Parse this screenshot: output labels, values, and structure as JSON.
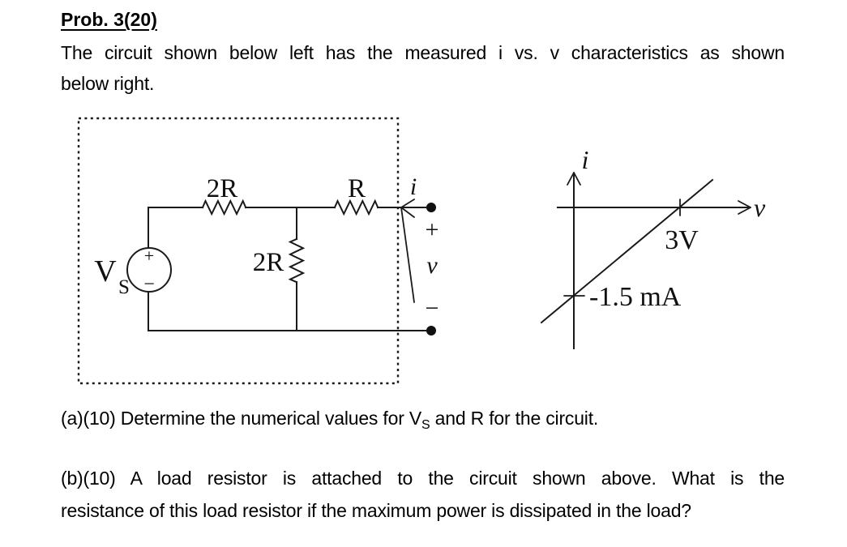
{
  "page": {
    "title": "Prob. 3(20)",
    "intro_line1": "The circuit shown below left has the measured i vs. v characteristics as shown",
    "intro_line2": "below right."
  },
  "circuit": {
    "source_label": "V",
    "source_label_sub": "S",
    "source_plus": "+",
    "source_minus": "−",
    "resistor_left": "2R",
    "resistor_right": "R",
    "resistor_shunt": "2R",
    "current_label": "i",
    "port_plus": "+",
    "port_v": "v",
    "port_minus": "−"
  },
  "graph": {
    "y_axis_label": "i",
    "x_axis_label": "v",
    "v_intercept_label": "3V",
    "i_intercept_label": "-1.5 mA"
  },
  "chart_data": {
    "type": "line",
    "title": "measured i vs. v characteristic",
    "xlabel": "v",
    "ylabel": "i",
    "points": [
      {
        "v": 0,
        "i_mA": -1.5
      },
      {
        "v": 3,
        "i_mA": 0
      }
    ],
    "v_intercept_volts": 3,
    "i_intercept_mA": -1.5,
    "annotations": [
      "3V",
      "-1.5 mA"
    ]
  },
  "questions": {
    "a_prefix": "(a)(10) Determine the numerical values for V",
    "a_sub": "S",
    "a_suffix": " and R for the circuit.",
    "b_line1": "(b)(10) A load resistor is attached to the circuit shown above. What is the",
    "b_line2": "resistance of this load resistor if the maximum power is dissipated in the load?"
  }
}
